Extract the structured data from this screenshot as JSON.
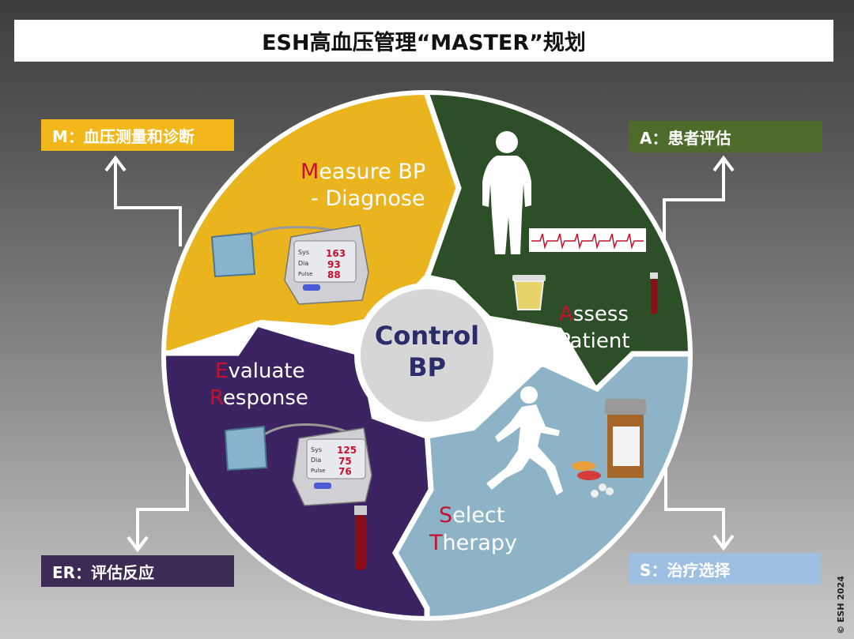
{
  "title": "ESH高血压管理“MASTER”规划",
  "labels": {
    "m": "M：血压测量和诊断",
    "a": "A：患者评估",
    "er": "ER：评估反应",
    "s": "S：治疗选择"
  },
  "center": {
    "line1": "Control",
    "line2": "BP"
  },
  "quadrants": {
    "measure": {
      "initial": "M",
      "rest1": "easure BP",
      "line2": "- Diagnose"
    },
    "assess": {
      "initial": "A",
      "rest1": "ssess",
      "line2": "Patient"
    },
    "select": {
      "initial": "S",
      "rest1": "elect",
      "initial2": "T",
      "rest2": "herapy"
    },
    "evaluate": {
      "initial": "E",
      "rest1": "valuate",
      "initial2": "R",
      "rest2": "esponse"
    }
  },
  "monitor_top": {
    "sys_label": "Sys",
    "dia_label": "Dia",
    "pulse_label": "Pulse",
    "sys": "163",
    "dia": "93",
    "pulse": "88"
  },
  "monitor_bottom": {
    "sys_label": "Sys",
    "dia_label": "Dia",
    "pulse_label": "Pulse",
    "sys": "125",
    "dia": "75",
    "pulse": "76"
  },
  "copyright": "© ESH 2024",
  "colors": {
    "measure": "#eab41e",
    "assess": "#2d4f27",
    "select": "#8db3c7",
    "evaluate": "#3b2461",
    "label_m": "#f2b81b",
    "label_a": "#4d6b2a",
    "label_er": "#3b2b55",
    "label_s": "#9dbfe1",
    "accent_red": "#c8102e",
    "center_text": "#2b2d6a"
  }
}
